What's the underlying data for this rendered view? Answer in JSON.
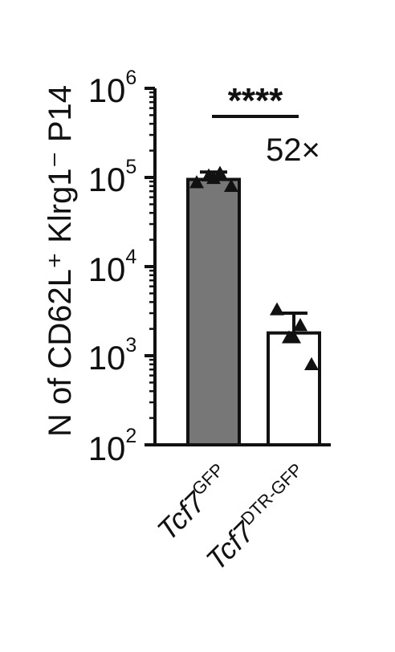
{
  "chart_data": {
    "type": "bar",
    "ylabel": "N of CD62L⁺ Klrg1⁻ P14",
    "yscale": "log",
    "ylim": [
      100,
      1000000
    ],
    "yticks": [
      {
        "value": 100,
        "base": "10",
        "exp": "2"
      },
      {
        "value": 1000,
        "base": "10",
        "exp": "3"
      },
      {
        "value": 10000,
        "base": "10",
        "exp": "4"
      },
      {
        "value": 100000,
        "base": "10",
        "exp": "5"
      },
      {
        "value": 1000000,
        "base": "10",
        "exp": "6"
      }
    ],
    "categories": [
      {
        "main": "Tcf7",
        "sup": "GFP"
      },
      {
        "main": "Tcf7",
        "sup": "DTR-GFP"
      }
    ],
    "series": [
      {
        "values": [
          95000,
          1800
        ],
        "errors": [
          115000,
          3000
        ],
        "fill_colors": [
          "#777777",
          "#ffffff"
        ],
        "points": [
          [
            88000,
            105000,
            112000,
            80000,
            98000
          ],
          [
            3300,
            1600,
            2200,
            800,
            1600
          ]
        ]
      }
    ],
    "annotation": {
      "significance": "****",
      "fold_change": "52×"
    }
  }
}
